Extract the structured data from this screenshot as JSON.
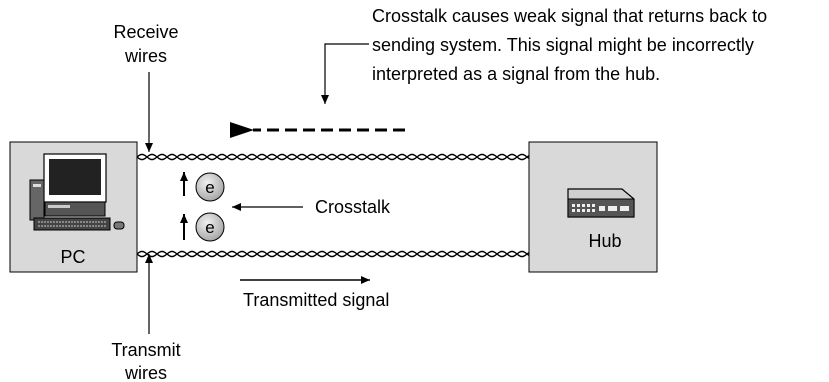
{
  "diagram": {
    "callout": {
      "lines": [
        "Crosstalk causes weak signal that returns back to",
        "sending system. This signal might be incorrectly",
        "interpreted as a signal from the hub."
      ]
    },
    "receive_label": {
      "line1": "Receive",
      "line2": "wires"
    },
    "transmit_label": {
      "line1": "Transmit",
      "line2": "wires"
    },
    "pc_label": "PC",
    "hub_label": "Hub",
    "crosstalk_label": "Crosstalk",
    "electron_symbol": "e",
    "transmitted_label": "Transmitted signal",
    "colors": {
      "box_fill": "#d9d9d9",
      "box_stroke": "#000000",
      "wire": "#000000",
      "electron_fill": "#bdbdbd"
    }
  }
}
